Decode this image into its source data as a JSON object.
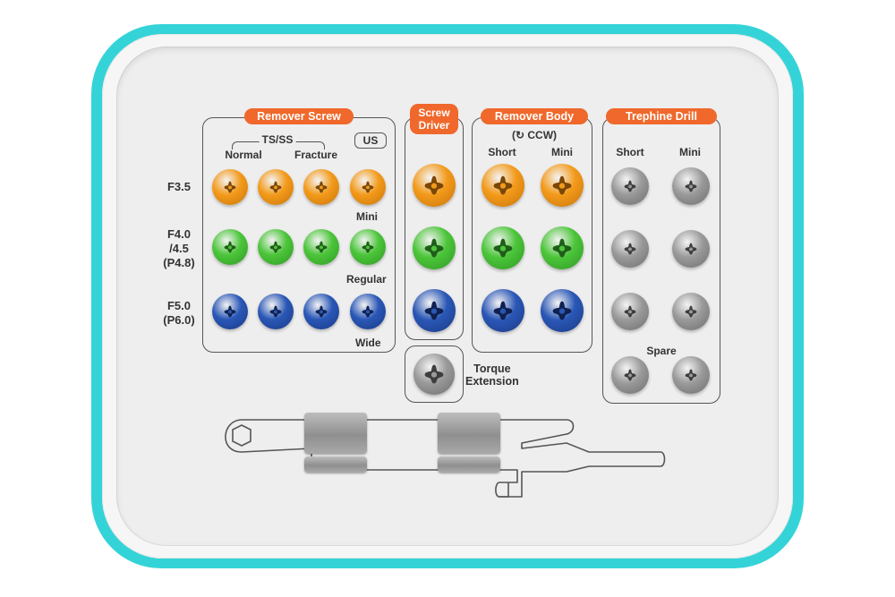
{
  "tray": {
    "colors": {
      "rim_accent": "#34d3d8",
      "label_bg": "#f0682b",
      "orange": "#f39a1a",
      "green": "#4cc53a",
      "blue": "#2a57b6",
      "gray": "#9a9a9a"
    }
  },
  "remover_screw": {
    "title": "Remover Screw",
    "ts_ss": "TS/SS",
    "us": "US",
    "col_normal": "Normal",
    "col_fracture": "Fracture",
    "rows": [
      {
        "label": "F3.5",
        "size": "Mini",
        "color": "orange"
      },
      {
        "label": "F4.0\n/4.5\n(P4.8)",
        "size": "Regular",
        "color": "green"
      },
      {
        "label": "F5.0\n(P6.0)",
        "size": "Wide",
        "color": "blue"
      }
    ]
  },
  "screw_driver": {
    "title": "Screw\nDriver"
  },
  "torque_extension": {
    "label": "Torque\nExtension"
  },
  "remover_body": {
    "title": "Remover Body",
    "direction": "CCW",
    "col_short": "Short",
    "col_mini": "Mini"
  },
  "trephine_drill": {
    "title": "Trephine Drill",
    "col_short": "Short",
    "col_mini": "Mini",
    "spare": "Spare"
  }
}
